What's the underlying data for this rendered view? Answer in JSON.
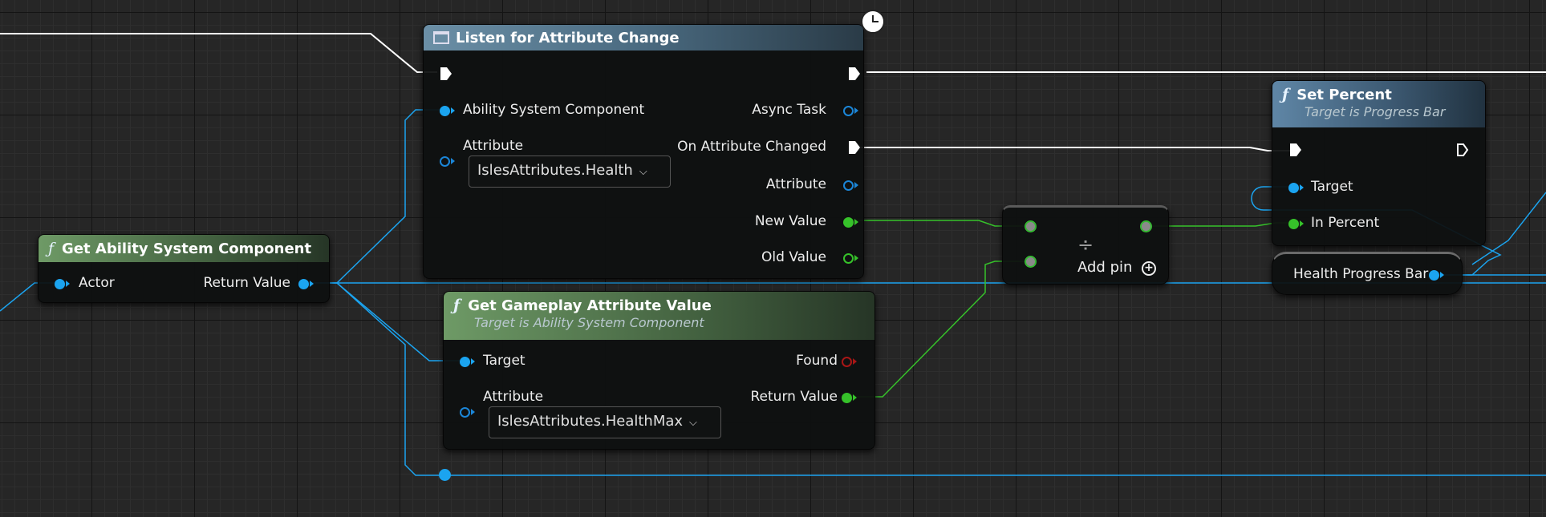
{
  "nodes": {
    "listen": {
      "title": "Listen for Attribute Change",
      "inputs": {
        "asc": "Ability System Component",
        "attribute": "Attribute",
        "attribute_value": "IslesAttributes.Health"
      },
      "outputs": {
        "async_task": "Async Task",
        "on_changed": "On Attribute Changed",
        "attribute": "Attribute",
        "new_value": "New Value",
        "old_value": "Old Value"
      },
      "latent_icon": "clock-icon"
    },
    "get_asc": {
      "icon": "function-icon",
      "title": "Get Ability System Component",
      "actor": "Actor",
      "return": "Return Value"
    },
    "get_attr": {
      "icon": "function-icon",
      "title": "Get Gameplay Attribute Value",
      "subtitle": "Target is Ability System Component",
      "target": "Target",
      "attribute": "Attribute",
      "attribute_value": "IslesAttributes.HealthMax",
      "found": "Found",
      "return": "Return Value"
    },
    "divide": {
      "symbol": "÷",
      "add_pin": "Add pin"
    },
    "set_percent": {
      "icon": "function-icon",
      "title": "Set Percent",
      "subtitle": "Target is Progress Bar",
      "target": "Target",
      "in_percent": "In Percent"
    },
    "health_bar": {
      "label": "Health Progress Bar"
    }
  },
  "colors": {
    "object_pin": "#1ba4f0",
    "float_pin": "#36c22a",
    "bool_pin": "#a81616",
    "exec_wire": "#ffffff",
    "background": "#262626"
  }
}
